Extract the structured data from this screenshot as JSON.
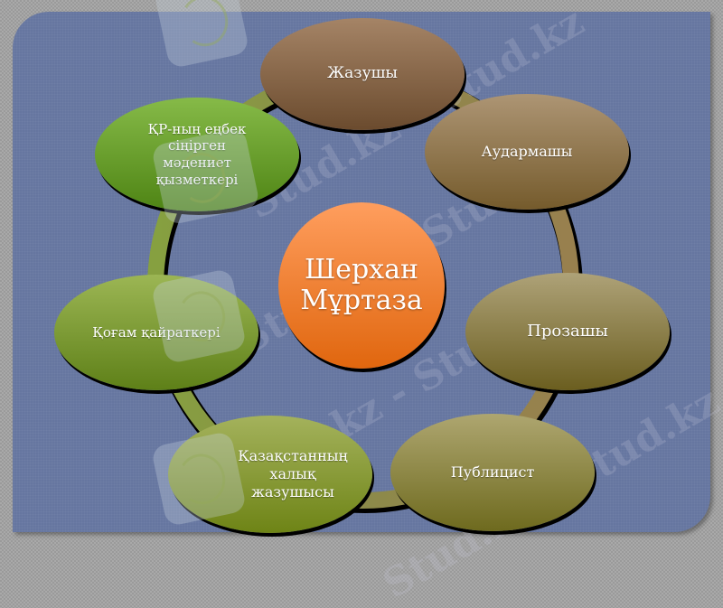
{
  "diagram": {
    "type": "radial-cycle",
    "center": {
      "label": "Шерхан Мұртаза",
      "line1": "Шерхан",
      "line2": "Мұртаза",
      "color_top": "#ff9e5e",
      "color_bottom": "#e0660e"
    },
    "nodes": [
      {
        "id": "writer",
        "label": "Жазушы",
        "color_top": "#a58466",
        "color_bottom": "#6b4b2e"
      },
      {
        "id": "translator",
        "label": "Аудармашы",
        "color_top": "#ad9574",
        "color_bottom": "#755b2c"
      },
      {
        "id": "prose-writer",
        "label": "Прозашы",
        "color_top": "#aea278",
        "color_bottom": "#6b5e1f"
      },
      {
        "id": "publicist",
        "label": "Публицист",
        "color_top": "#aea670",
        "color_bottom": "#6e6a1e"
      },
      {
        "id": "peoples-writer",
        "label": "Қазақстанның халық жазушысы",
        "lines": [
          "Қазақстанның",
          "халық",
          "жазушысы"
        ],
        "color_top": "#a4b25c",
        "color_bottom": "#6e8416"
      },
      {
        "id": "public-figure",
        "label": "Қоғам қайраткері",
        "color_top": "#9cb654",
        "color_bottom": "#5e8018"
      },
      {
        "id": "honored-cultural-worker",
        "label": "ҚР-ның еңбек сіңірген мәдениет қызметкері",
        "lines": [
          "ҚР-ның еңбек",
          "сіңірген",
          "мәдениет",
          "қызметкері"
        ],
        "color_top": "#86ba48",
        "color_bottom": "#4e8414"
      }
    ],
    "ring_colors": {
      "green": "#86a040",
      "tan": "#96804e"
    },
    "background_color": "#6676a0"
  },
  "watermark": {
    "text": "Stud.kz - Stud.kz"
  }
}
